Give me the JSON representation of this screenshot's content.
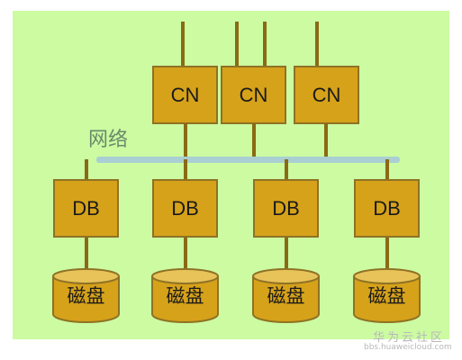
{
  "cn_nodes": [
    {
      "label": "CN"
    },
    {
      "label": "CN"
    },
    {
      "label": "CN"
    }
  ],
  "network": {
    "label": "网络"
  },
  "db_nodes": [
    {
      "label": "DB"
    },
    {
      "label": "DB"
    },
    {
      "label": "DB"
    },
    {
      "label": "DB"
    }
  ],
  "disks": [
    {
      "label": "磁盘"
    },
    {
      "label": "磁盘"
    },
    {
      "label": "磁盘"
    },
    {
      "label": "磁盘"
    }
  ],
  "watermark": {
    "brand": "华为云社区",
    "url": "bbs.huaweicloud.com"
  },
  "colors": {
    "background": "#ccfba2",
    "node_fill": "#d6a21a",
    "node_border": "#8f7224",
    "connector": "#8a6a14",
    "network_bus": "#a9cfd3"
  }
}
